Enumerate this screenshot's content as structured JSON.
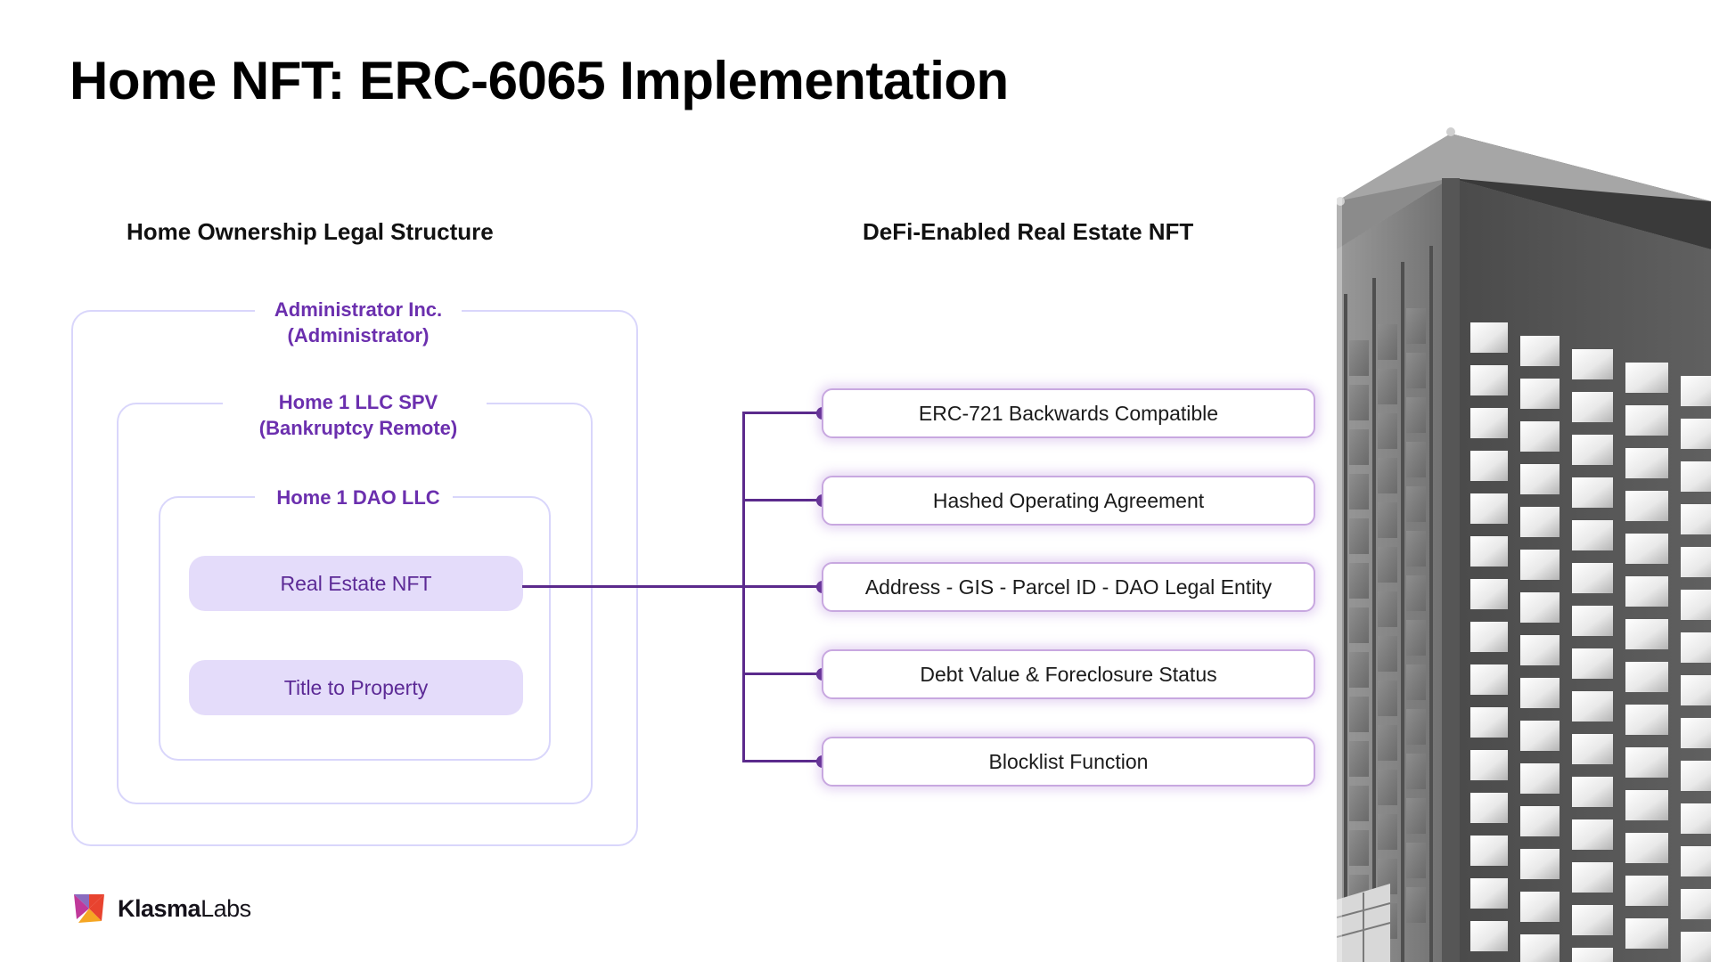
{
  "slide": {
    "title": "Home NFT: ERC-6065 Implementation",
    "background_color": "#ffffff"
  },
  "columns": {
    "left_heading": "Home Ownership Legal Structure",
    "right_heading": "DeFi-Enabled Real Estate NFT"
  },
  "legal_structure": {
    "frames": [
      {
        "label": "Administrator Inc.\n(Administrator)",
        "level": 1,
        "name": "administrator-frame"
      },
      {
        "label": "Home 1 LLC SPV\n(Bankruptcy Remote)",
        "level": 2,
        "name": "spv-frame"
      },
      {
        "label": "Home 1 DAO LLC",
        "level": 3,
        "name": "dao-frame"
      }
    ],
    "assets": [
      {
        "label": "Real Estate NFT"
      },
      {
        "label": "Title to Property"
      }
    ],
    "frame_border_color": "#d9d6fb",
    "label_color": "#6b2fae",
    "pill_background": "#e4dcfa",
    "pill_text_color": "#5c2a96"
  },
  "nft_features": {
    "items": [
      {
        "label": "ERC-721 Backwards Compatible"
      },
      {
        "label": "Hashed Operating Agreement"
      },
      {
        "label": "Address - GIS - Parcel ID - DAO Legal Entity"
      },
      {
        "label": "Debt Value & Foreclosure Status"
      },
      {
        "label": "Blocklist Function"
      }
    ],
    "box_border_color": "#c8a8e0",
    "connector_color": "#5b2a8c",
    "glow_color": "rgba(168, 120, 214, 0.30)"
  },
  "logo": {
    "brand_bold": "Klasma",
    "brand_light": "Labs",
    "mark_colors": {
      "top_left": "#8a6bbf",
      "top_right": "#e8432f",
      "bottom_left": "#c0389a",
      "bottom_right": "#f5a623"
    }
  },
  "building": {
    "alt": "grayscale high-rise office tower corner view"
  }
}
